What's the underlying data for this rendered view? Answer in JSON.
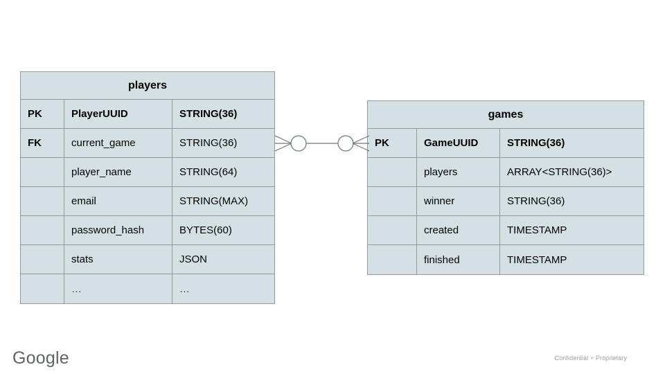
{
  "diagram": {
    "type": "entity-relationship",
    "notation": "crows-foot",
    "background_color": "#ffffff",
    "entity_fill_color": "#d4e0e4",
    "entity_border_color": "#949a9c"
  },
  "entities": [
    {
      "id": "players",
      "title": "players",
      "columns": [
        "key",
        "name",
        "type"
      ],
      "rows": [
        {
          "key": "PK",
          "name": "PlayerUUID",
          "type": "STRING(36)",
          "emphasis": true
        },
        {
          "key": "FK",
          "name": "current_game",
          "type": "STRING(36)",
          "emphasis": false
        },
        {
          "key": "",
          "name": "player_name",
          "type": "STRING(64)",
          "emphasis": false
        },
        {
          "key": "",
          "name": "email",
          "type": "STRING(MAX)",
          "emphasis": false
        },
        {
          "key": "",
          "name": "password_hash",
          "type": "BYTES(60)",
          "emphasis": false
        },
        {
          "key": "",
          "name": "stats",
          "type": "JSON",
          "emphasis": false
        },
        {
          "key": "",
          "name": "…",
          "type": "…",
          "emphasis": false
        }
      ]
    },
    {
      "id": "games",
      "title": "games",
      "columns": [
        "key",
        "name",
        "type"
      ],
      "rows": [
        {
          "key": "PK",
          "name": "GameUUID",
          "type": "STRING(36)",
          "emphasis": true
        },
        {
          "key": "",
          "name": "players",
          "type": "ARRAY<STRING(36)>",
          "emphasis": false
        },
        {
          "key": "",
          "name": "winner",
          "type": "STRING(36)",
          "emphasis": false
        },
        {
          "key": "",
          "name": "created",
          "type": "TIMESTAMP",
          "emphasis": false
        },
        {
          "key": "",
          "name": "finished",
          "type": "TIMESTAMP",
          "emphasis": false
        }
      ]
    }
  ],
  "relationship": {
    "name": "players-games-relationship",
    "from_entity": "players",
    "from_field": "current_game",
    "to_entity": "games",
    "to_field": "GameUUID",
    "left_cardinality": "zero-or-many",
    "right_cardinality": "zero-or-many",
    "line_color": "#6e7779"
  },
  "footer": {
    "logo_text": "Google",
    "note": "Confidential + Proprietary"
  }
}
